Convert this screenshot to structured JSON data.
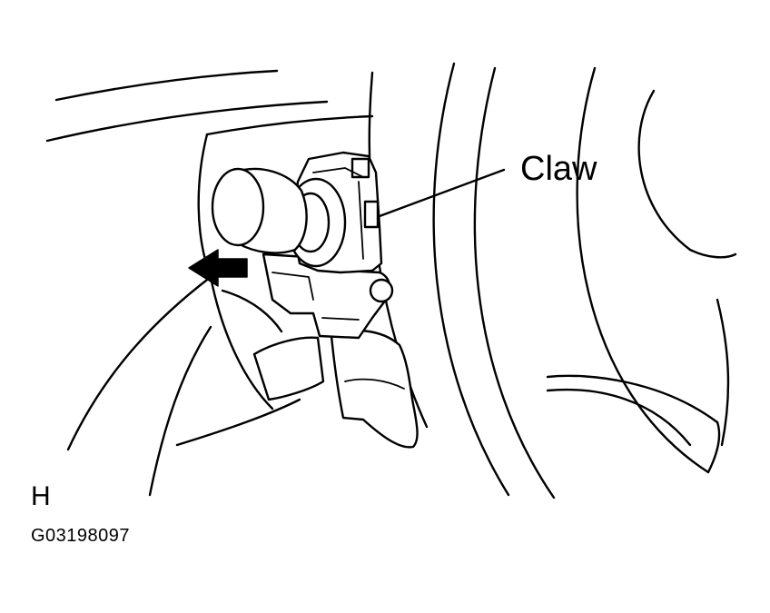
{
  "diagram": {
    "callout_label": "Claw",
    "view_letter": "H",
    "figure_code": "G03198097",
    "arrow_direction": "left",
    "line_color": "#000000",
    "background_color": "#ffffff"
  }
}
